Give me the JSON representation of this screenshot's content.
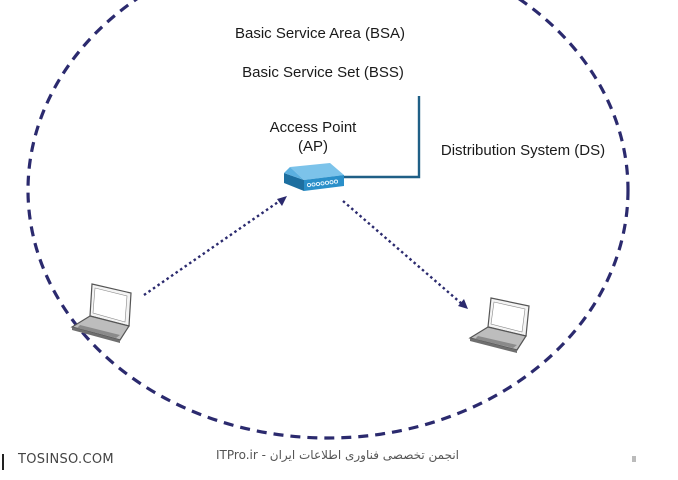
{
  "labels": {
    "bsa": "Basic Service Area (BSA)",
    "bss": "Basic Service Set (BSS)",
    "ap_line1": "Access Point",
    "ap_line2": "(AP)",
    "ds": "Distribution System (DS)"
  },
  "watermarks": {
    "left": "TOSINSO.COM",
    "center": "ITPro.ir - انجمن تخصصی فناوری اطلاعات ایران"
  },
  "icons": {
    "access_point": "access-point-icon",
    "laptop_left": "laptop-icon",
    "laptop_right": "laptop-icon"
  },
  "colors": {
    "bsa_boundary": "#2b2a6e",
    "ds_line": "#1f5f86",
    "wireless_link": "#2b2a6e",
    "ap_body": "#2a8fc9"
  }
}
